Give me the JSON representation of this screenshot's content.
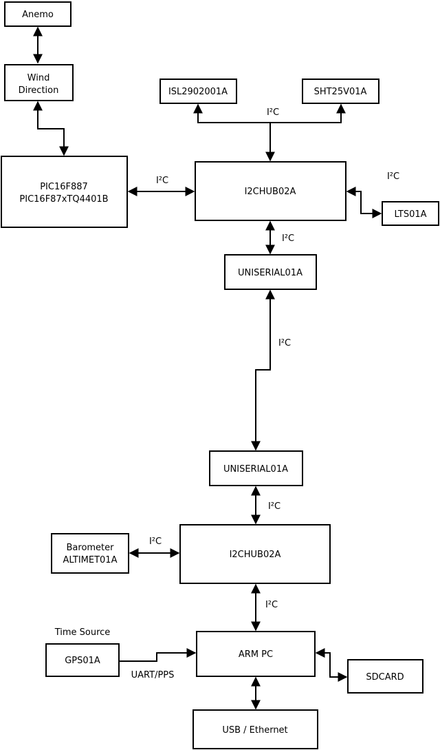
{
  "diagram": {
    "type": "block-diagram",
    "colors": {
      "ink": "#000000",
      "paper": "#ffffff"
    },
    "nodes": {
      "anemo": {
        "label": "Anemo"
      },
      "wind": {
        "line1": "Wind",
        "line2": "Direction"
      },
      "pic": {
        "line1": "PIC16F887",
        "line2": "PIC16F87xTQ4401B"
      },
      "isl": {
        "label": "ISL2902001A"
      },
      "sht": {
        "label": "SHT25V01A"
      },
      "hub1": {
        "label": "I2CHUB02A"
      },
      "lts": {
        "label": "LTS01A"
      },
      "uni1": {
        "label": "UNISERIAL01A"
      },
      "uni2": {
        "label": "UNISERIAL01A"
      },
      "hub2": {
        "label": "I2CHUB02A"
      },
      "baro": {
        "line1": "Barometer",
        "line2": "ALTIMET01A"
      },
      "gps": {
        "label": "GPS01A"
      },
      "armpc": {
        "label": "ARM PC"
      },
      "sdcard": {
        "label": "SDCARD"
      },
      "usb": {
        "label": "USB / Ethernet"
      }
    },
    "edge_labels": {
      "pic_hub1": "I²C",
      "sensors_hub1": "I²C",
      "hub1_lts": "I²C",
      "hub1_uni1": "I²C",
      "uni1_uni2": "I²C",
      "uni2_hub2": "I²C",
      "baro_hub2": "I²C",
      "hub2_armpc": "I²C",
      "gps_armpc": "UART/PPS",
      "time_source_caption": "Time Source"
    }
  }
}
